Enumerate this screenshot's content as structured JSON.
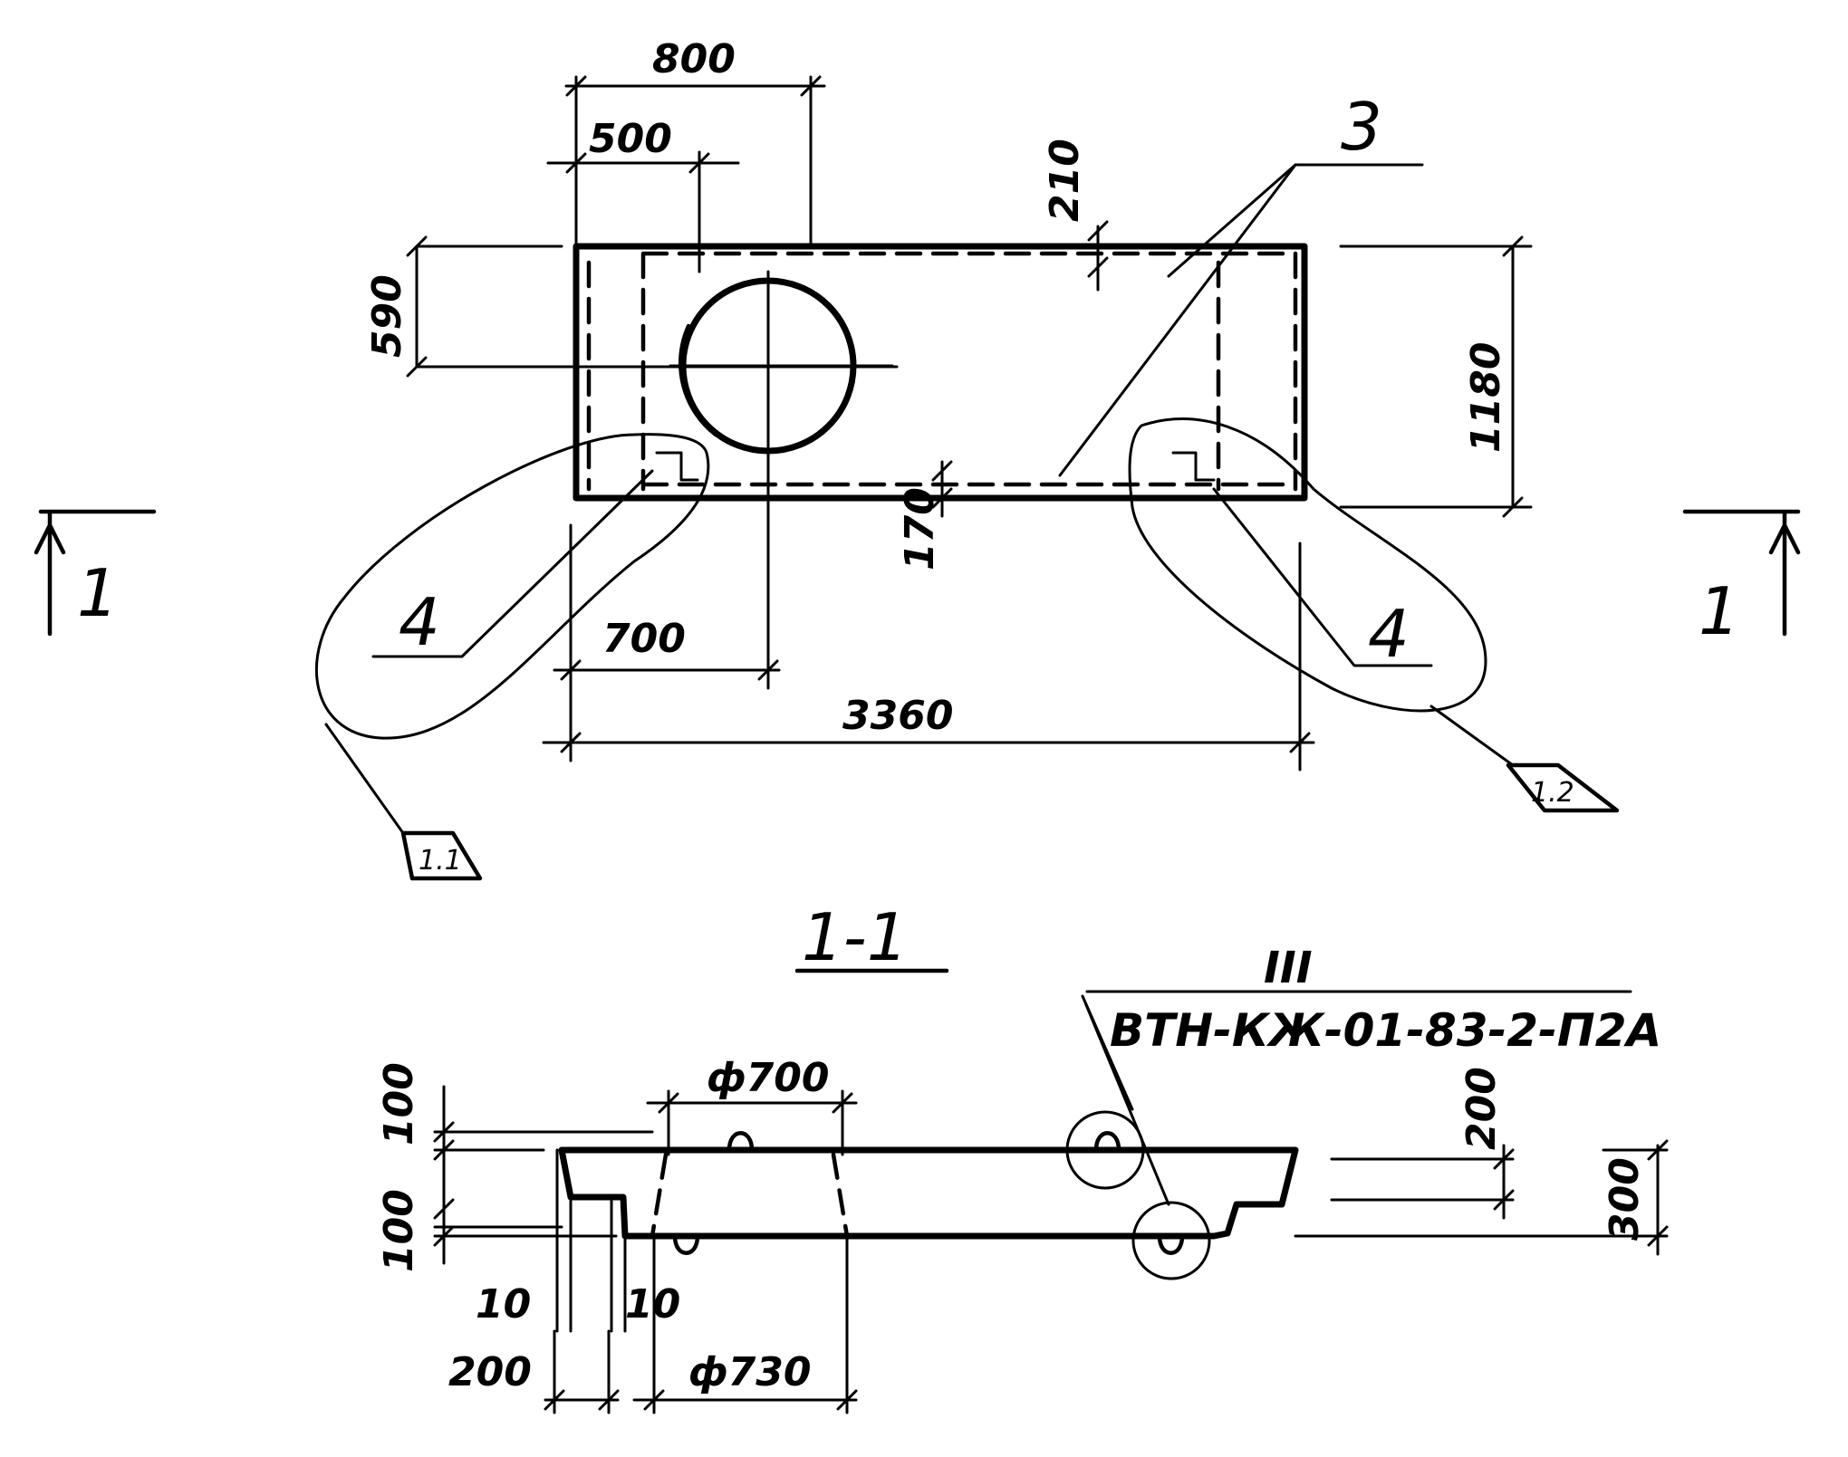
{
  "plan": {
    "dimensions": {
      "d800": "800",
      "d500": "500",
      "d210": "210",
      "d590": "590",
      "d1180": "1180",
      "d170": "170",
      "d700": "700",
      "d3360": "3360"
    },
    "markers": {
      "item3": "3",
      "item4_left": "4",
      "item4_right": "4"
    },
    "section_arrows": {
      "left": "1",
      "right": "1"
    },
    "detail_flags": {
      "left": "1.1",
      "right": "1.2"
    }
  },
  "section": {
    "title": "1-1",
    "roman_numeral": "III",
    "reference_code": "ВТН-КЖ-01-83-2-П2А",
    "dimensions": {
      "d100_top": "100",
      "d100_bottom": "100",
      "phi700": "ф700",
      "phi730": "ф730",
      "d10_left": "10",
      "d10_right": "10",
      "d200_left": "200",
      "d200_right": "200",
      "d300": "300"
    }
  }
}
